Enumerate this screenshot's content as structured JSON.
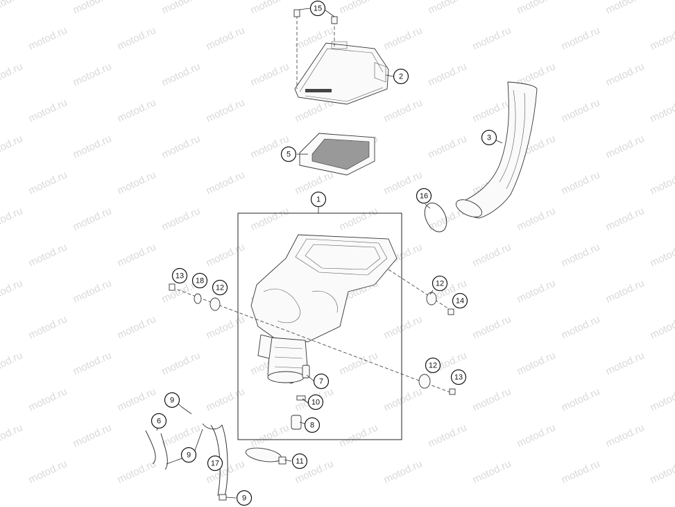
{
  "watermark": {
    "text": "motod.ru",
    "color": "#d9d9d9"
  },
  "callouts": [
    {
      "id": "c15",
      "label": "15"
    },
    {
      "id": "c2",
      "label": "2"
    },
    {
      "id": "c3",
      "label": "3"
    },
    {
      "id": "c5",
      "label": "5"
    },
    {
      "id": "c16",
      "label": "16"
    },
    {
      "id": "c1",
      "label": "1"
    },
    {
      "id": "c13a",
      "label": "13"
    },
    {
      "id": "c18",
      "label": "18"
    },
    {
      "id": "c12a",
      "label": "12"
    },
    {
      "id": "c12b",
      "label": "12"
    },
    {
      "id": "c14",
      "label": "14"
    },
    {
      "id": "c12c",
      "label": "12"
    },
    {
      "id": "c13b",
      "label": "13"
    },
    {
      "id": "c7",
      "label": "7"
    },
    {
      "id": "c10",
      "label": "10"
    },
    {
      "id": "c8",
      "label": "8"
    },
    {
      "id": "c9a",
      "label": "9"
    },
    {
      "id": "c6",
      "label": "6"
    },
    {
      "id": "c9b",
      "label": "9"
    },
    {
      "id": "c17",
      "label": "17"
    },
    {
      "id": "c11",
      "label": "11"
    },
    {
      "id": "c9c",
      "label": "9"
    }
  ]
}
